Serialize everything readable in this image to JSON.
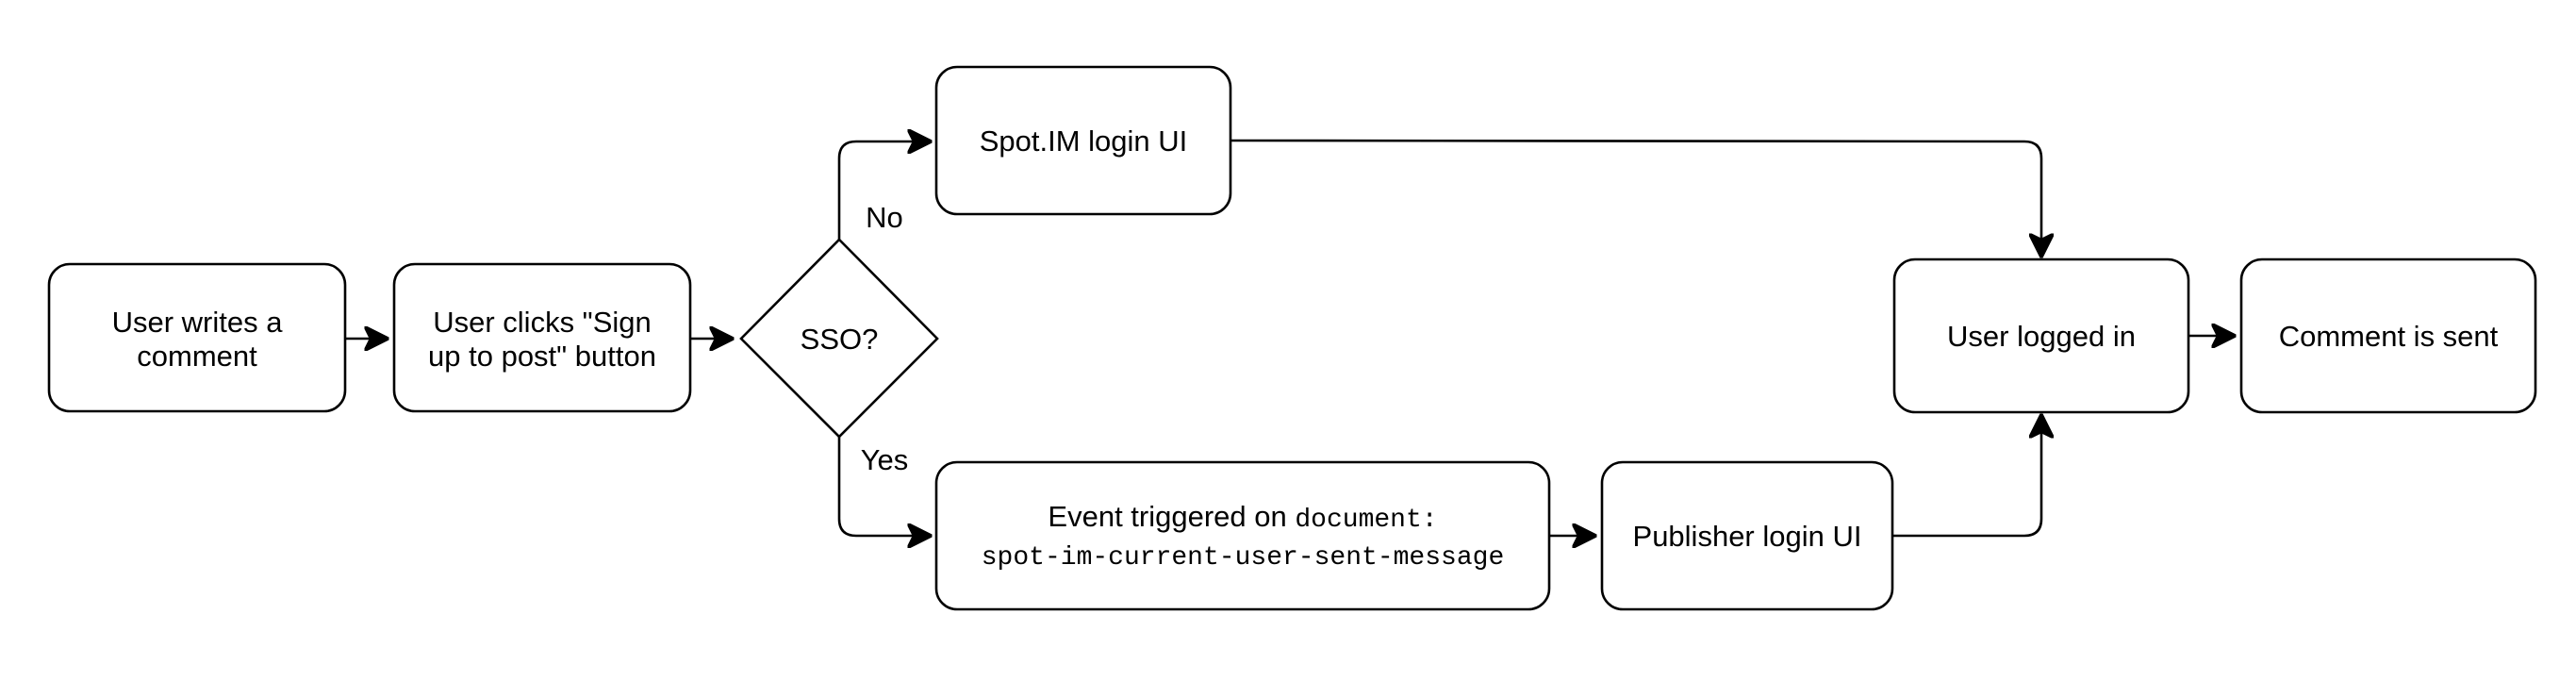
{
  "nodes": {
    "user_writes": {
      "line1": "User writes a",
      "line2": "comment"
    },
    "user_clicks": {
      "line1": "User clicks \"Sign",
      "line2": "up to post\" button"
    },
    "sso": {
      "label": "SSO?"
    },
    "spotim_login": {
      "label": "Spot.IM login UI"
    },
    "event_triggered": {
      "prefix": "Event triggered on ",
      "code": "document",
      "suffix": ":",
      "event_name": "spot-im-current-user-sent-message"
    },
    "publisher_login": {
      "label": "Publisher login UI"
    },
    "user_logged_in": {
      "label": "User logged in"
    },
    "comment_sent": {
      "label": "Comment is sent"
    }
  },
  "edges": {
    "no_label": "No",
    "yes_label": "Yes"
  },
  "colors": {
    "stroke": "#000000",
    "fill": "#ffffff",
    "text": "#000000"
  }
}
